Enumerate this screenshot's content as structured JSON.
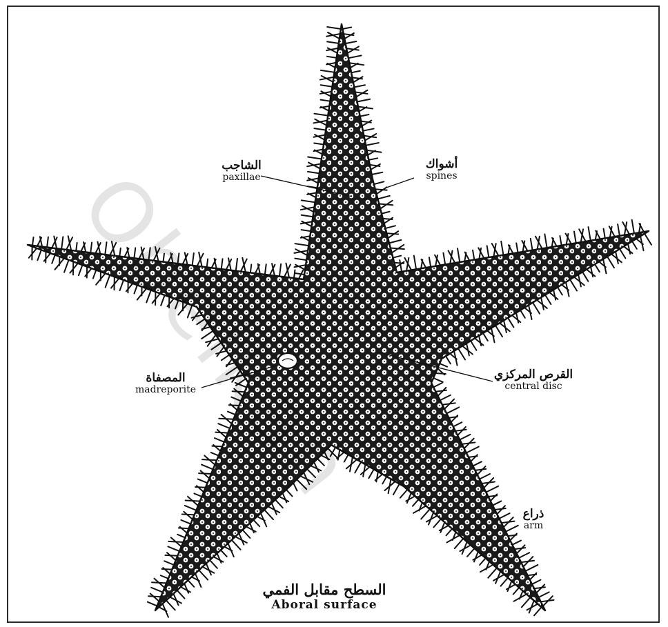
{
  "watermark": {
    "text": "Obeikan"
  },
  "labels": {
    "paxillae": {
      "ar": "الشاجب",
      "en": "paxillae"
    },
    "spines": {
      "ar": "أشواك",
      "en": "spines"
    },
    "madreporite": {
      "ar": "المصفاة",
      "en": "madreporite"
    },
    "central_disc": {
      "ar": "القرص المركزي",
      "en": "central disc"
    },
    "arm": {
      "ar": "ذراع",
      "en": "arm"
    }
  },
  "caption": {
    "ar": "السطح مقابل الفمي",
    "en": "Aboral surface"
  },
  "colors": {
    "ink": "#111111",
    "paper": "#ffffff",
    "frame": "#2a2a2a"
  }
}
